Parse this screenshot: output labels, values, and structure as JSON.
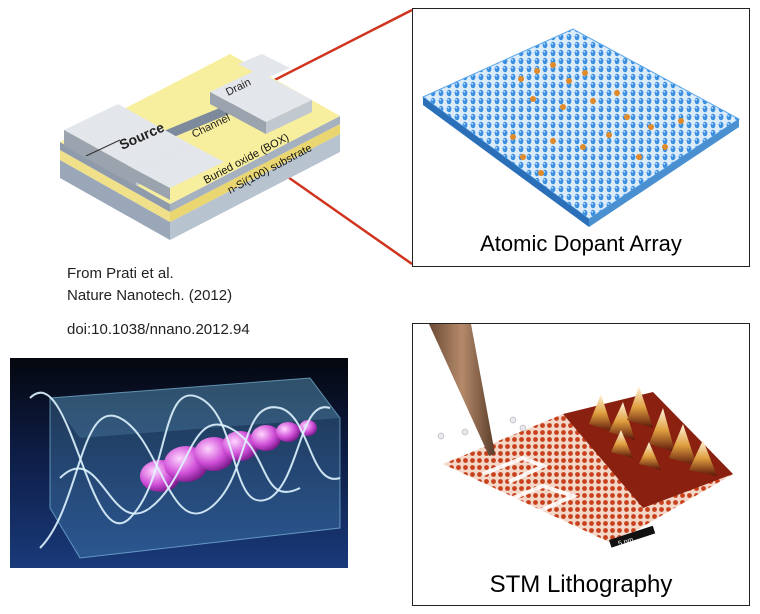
{
  "device": {
    "source_label": "Source",
    "drain_label": "Drain",
    "channel_label": "Channel",
    "box_label": "Buried oxide (BOX)",
    "substrate_label": "n-Si(100) substrate"
  },
  "reference": {
    "line1": "From Prati et al.",
    "line2": "Nature Nanotech. (2012)",
    "doi": "doi:10.1038/nnano.2012.94"
  },
  "panels": {
    "dopant_caption": "Atomic Dopant Array",
    "stm_caption": "STM Lithography",
    "scale_bar_label": "5 nm"
  },
  "colors": {
    "connector": "#d0341f",
    "dopant_lattice": "#3a8fe0",
    "dopant_atom": "#e08a2a",
    "stm_lattice": "#c8401c",
    "wave_background": "#0a1330"
  }
}
